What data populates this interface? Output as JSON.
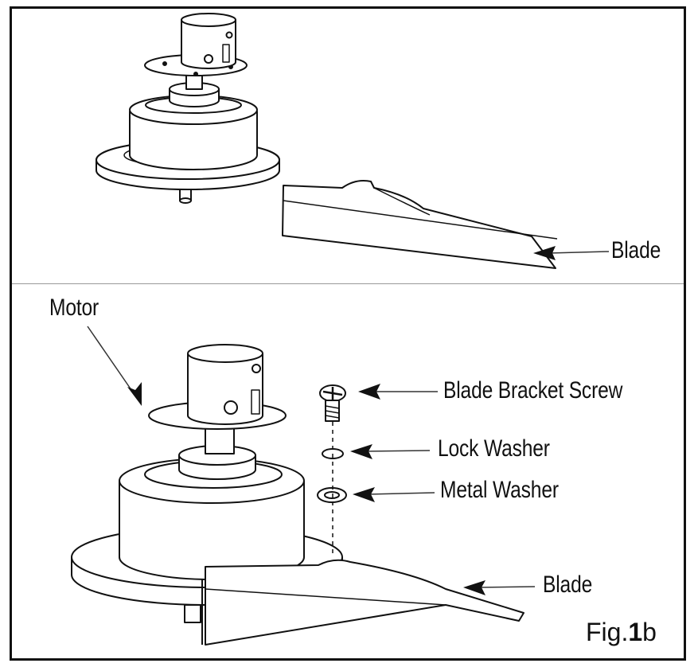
{
  "panel_top": {
    "blade_label": "Blade"
  },
  "panel_bottom": {
    "motor_label": "Motor",
    "screw_label": "Blade Bracket Screw",
    "lock_washer_label": "Lock Washer",
    "metal_washer_label": "Metal Washer",
    "blade_label": "Blade"
  },
  "figure": {
    "prefix": "Fig.",
    "number": "1",
    "suffix": "b"
  }
}
